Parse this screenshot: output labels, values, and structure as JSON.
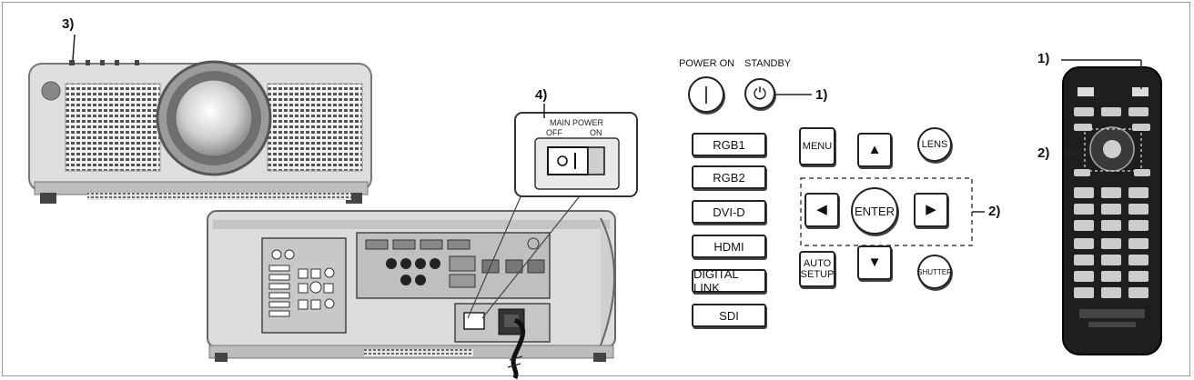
{
  "callouts": {
    "c1_panel": "1)",
    "c1_remote": "1)",
    "c2_panel": "2)",
    "c2_remote": "2)",
    "c3": "3)",
    "c4": "4)"
  },
  "main_power": {
    "title": "MAIN POWER",
    "off": "OFF",
    "on": "ON"
  },
  "panel": {
    "power_on": "POWER ON",
    "standby": "STANDBY",
    "input_buttons": [
      "RGB1",
      "RGB2",
      "DVI-D",
      "HDMI",
      "DIGITAL LINK",
      "SDI"
    ],
    "menu": "MENU",
    "enter": "ENTER",
    "lens": "LENS",
    "auto_setup": "AUTO\nSETUP",
    "shutter": "SHUTTER",
    "arrows": {
      "up": "▲",
      "down": "▼",
      "left": "◀",
      "right": "▶"
    }
  },
  "colors": {
    "projector_body": "#dcdcdc",
    "projector_dark": "#3a3a3a",
    "remote_body": "#1e1e1e",
    "line": "#222222"
  }
}
